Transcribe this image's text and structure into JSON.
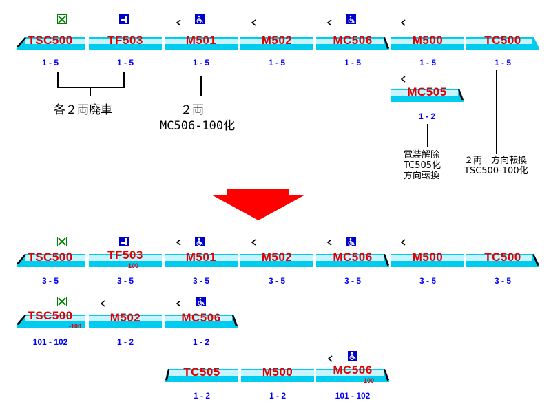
{
  "before": {
    "row1": [
      {
        "label": "TSC500",
        "range": "1 - 5"
      },
      {
        "label": "TF503",
        "range": "1 - 5"
      },
      {
        "label": "M501",
        "range": "1 - 5"
      },
      {
        "label": "M502",
        "range": "1 - 5"
      },
      {
        "label": "MC506",
        "range": "1 - 5"
      },
      {
        "label": "M500",
        "range": "1 - 5"
      },
      {
        "label": "TC500",
        "range": "1 - 5"
      }
    ],
    "extra": {
      "label": "MC505",
      "range": "1 - 2"
    }
  },
  "notes": {
    "scrap": "各２両廃車",
    "conv_a": "２両",
    "conv_b": "MC506-100化",
    "mc505_1": "電装解除",
    "mc505_2": "TC505化",
    "mc505_3": "方向転換",
    "tc500_1": "２両　方向転換",
    "tc500_2": "TSC500-100化"
  },
  "after": {
    "row1": [
      {
        "label": "TSC500",
        "sub": "",
        "range": "3 - 5"
      },
      {
        "label": "TF503",
        "sub": "-100",
        "range": "3 - 5"
      },
      {
        "label": "M501",
        "sub": "",
        "range": "3 - 5"
      },
      {
        "label": "M502",
        "sub": "",
        "range": "3 - 5"
      },
      {
        "label": "MC506",
        "sub": "",
        "range": "3 - 5"
      },
      {
        "label": "M500",
        "sub": "",
        "range": "3 - 5"
      },
      {
        "label": "TC500",
        "sub": "",
        "range": "3 - 5"
      }
    ],
    "row2": [
      {
        "label": "TSC500",
        "sub": "-100",
        "range": "101 - 102"
      },
      {
        "label": "M502",
        "sub": "",
        "range": "1 - 2"
      },
      {
        "label": "MC506",
        "sub": "",
        "range": "1 - 2"
      }
    ],
    "row3": [
      {
        "label": "TC505",
        "sub": "",
        "range": "1 - 2"
      },
      {
        "label": "M500",
        "sub": "",
        "range": "1 - 2"
      },
      {
        "label": "MC506",
        "sub": "-100",
        "range": "101 - 102"
      }
    ]
  },
  "icons": {
    "green_seat": "green-car-icon",
    "toilet": "toilet-icon",
    "wheelchair": "wheelchair-icon",
    "pantograph": "pantograph-icon"
  },
  "colors": {
    "car_body": "#00ccf0",
    "car_light": "#c8f4ff",
    "label": "#e00000",
    "range": "#0000ff",
    "arrow": "#ff0000",
    "green_icon": "#008000",
    "blue_icon": "#0000cc"
  }
}
